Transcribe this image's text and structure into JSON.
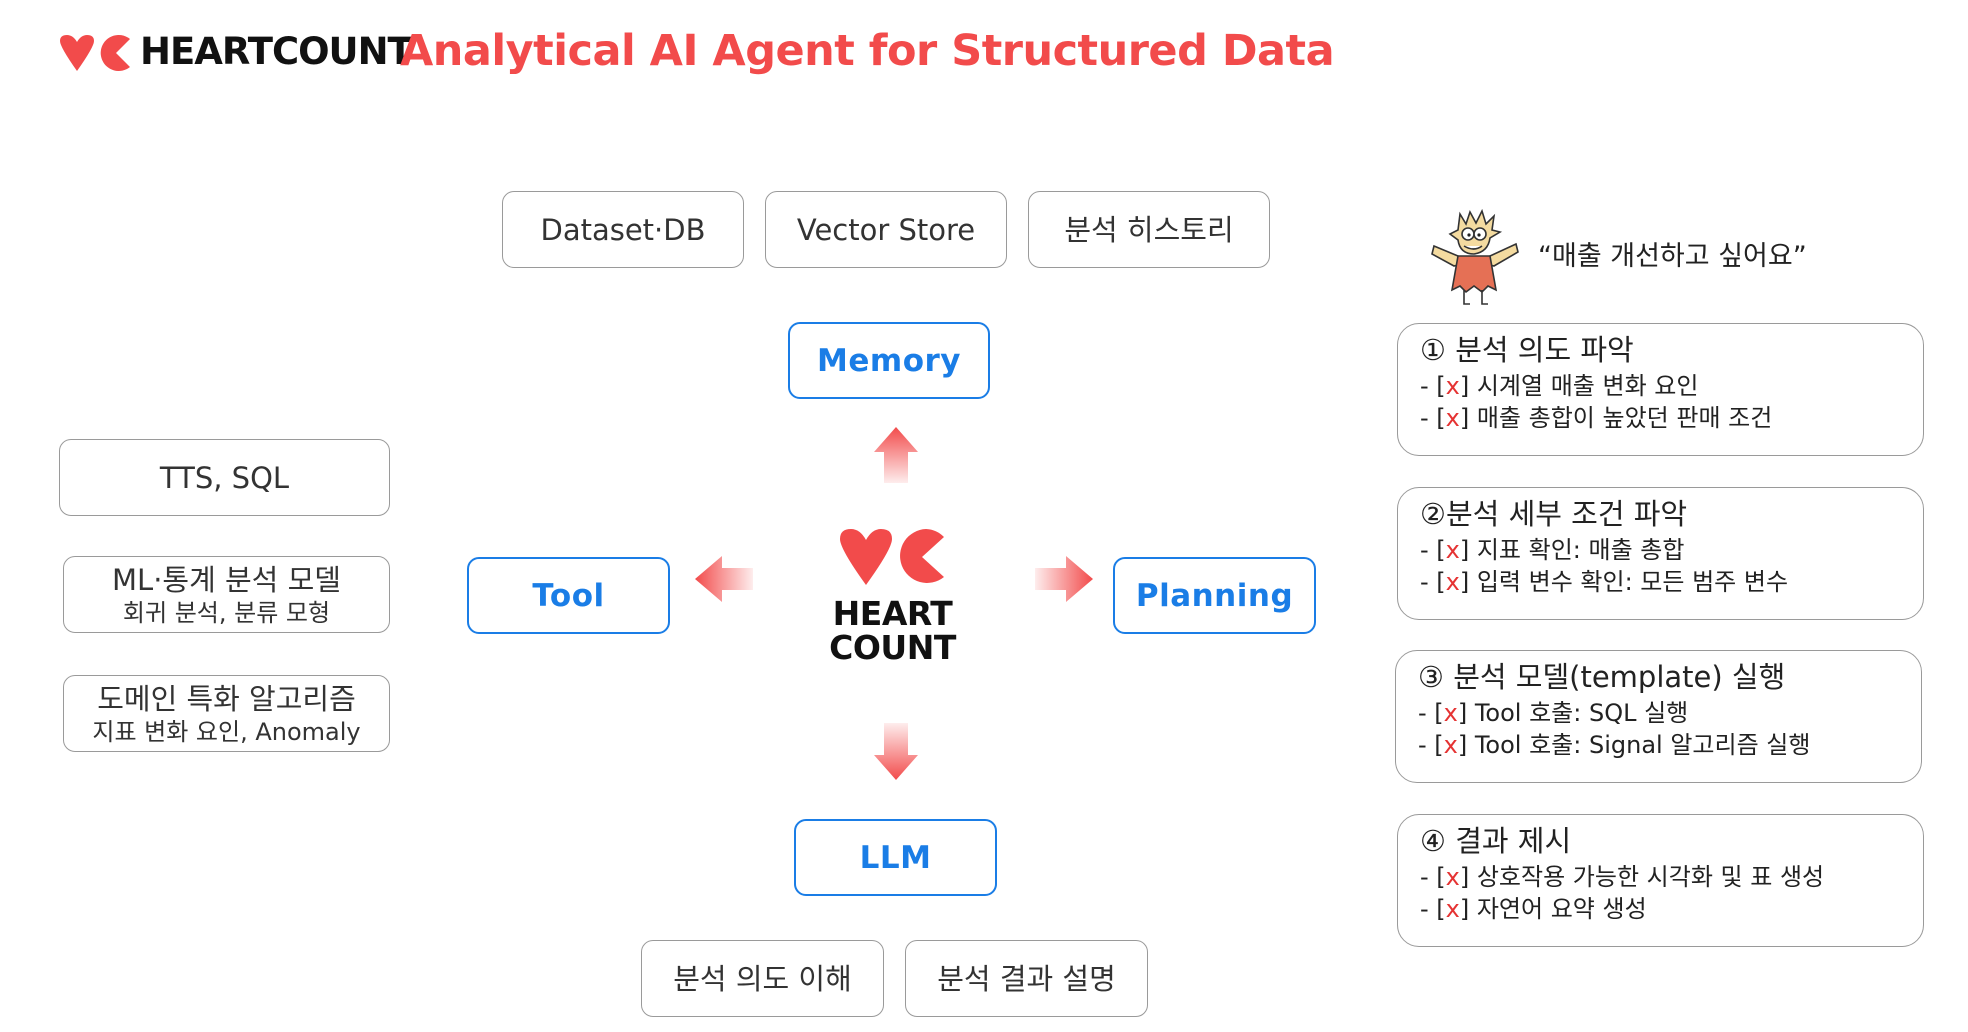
{
  "header": {
    "brand_name": "HEARTCOUNT",
    "headline": "Analytical AI Agent for Structured Data"
  },
  "colors": {
    "brand_red": "#f24b4b",
    "node_blue": "#1a7de6",
    "box_border": "#9a9a9a"
  },
  "memory": {
    "label": "Memory",
    "sources": [
      "Dataset·DB",
      "Vector Store",
      "분석 히스토리"
    ]
  },
  "tool": {
    "label": "Tool",
    "items": [
      {
        "title": "TTS, SQL",
        "sub": ""
      },
      {
        "title": "ML·통계 분석 모델",
        "sub": "회귀 분석, 분류 모형"
      },
      {
        "title": "도메인 특화 알고리즘",
        "sub": "지표 변화 요인, Anomaly"
      }
    ]
  },
  "center": {
    "line1": "HEART",
    "line2": "COUNT"
  },
  "llm": {
    "label": "LLM",
    "items": [
      "분석 의도 이해",
      "분석 결과 설명"
    ]
  },
  "planning": {
    "label": "Planning",
    "quote": "“매출 개선하고 싶어요”",
    "character_icon": "cartoon-character-icon",
    "steps": [
      {
        "title": "① 분석 의도 파악",
        "items": [
          {
            "prefix": "- [",
            "mark": "x",
            "suffix": "] 시계열 매출 변화 요인"
          },
          {
            "prefix": "- [",
            "mark": "x",
            "suffix": "] 매출  총합이 높았던 판매 조건"
          }
        ]
      },
      {
        "title": "②분석 세부 조건 파악",
        "items": [
          {
            "prefix": "- [",
            "mark": "x",
            "suffix": "] 지표 확인: 매출 총합"
          },
          {
            "prefix": "- [",
            "mark": "x",
            "suffix": "] 입력 변수 확인: 모든 범주 변수"
          }
        ]
      },
      {
        "title": "③ 분석 모델(template) 실행",
        "items": [
          {
            "prefix": "- [",
            "mark": "x",
            "suffix": "] Tool 호출: SQL 실행"
          },
          {
            "prefix": "- [",
            "mark": "x",
            "suffix": "] Tool 호출: Signal 알고리즘 실행"
          }
        ]
      },
      {
        "title": "④ 결과 제시",
        "items": [
          {
            "prefix": "- [",
            "mark": "x",
            "suffix": "] 상호작용 가능한 시각화 및 표 생성"
          },
          {
            "prefix": "- [",
            "mark": "x",
            "suffix": "] 자연어 요약 생성"
          }
        ]
      }
    ]
  }
}
